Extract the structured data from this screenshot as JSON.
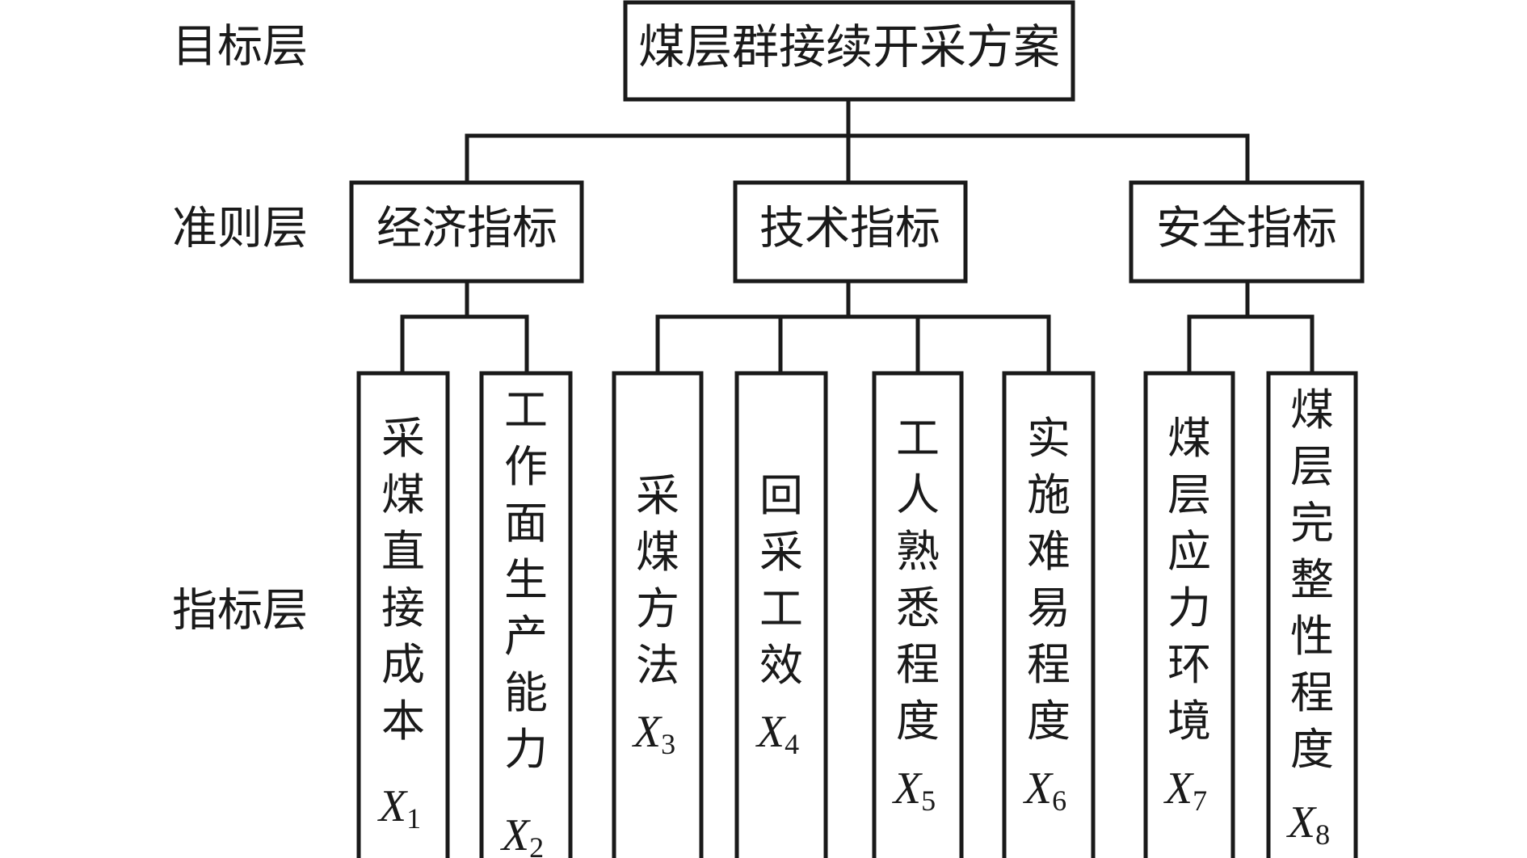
{
  "levels": {
    "goal": "目标层",
    "criteria": "准则层",
    "indicator": "指标层"
  },
  "goal": "煤层群接续开采方案",
  "criteria": [
    {
      "label": "经济指标"
    },
    {
      "label": "技术指标"
    },
    {
      "label": "安全指标"
    }
  ],
  "indicators": [
    {
      "text": "采煤直接成本",
      "var": "X",
      "sub": "1"
    },
    {
      "text": "工作面生产能力",
      "var": "X",
      "sub": "2"
    },
    {
      "text": "采煤方法",
      "var": "X",
      "sub": "3"
    },
    {
      "text": "回采工效",
      "var": "X",
      "sub": "4"
    },
    {
      "text": "工人熟悉程度",
      "var": "X",
      "sub": "5"
    },
    {
      "text": "实施难易程度",
      "var": "X",
      "sub": "6"
    },
    {
      "text": "煤层应力环境",
      "var": "X",
      "sub": "7"
    },
    {
      "text": "煤层完整性程度",
      "var": "X",
      "sub": "8"
    }
  ]
}
